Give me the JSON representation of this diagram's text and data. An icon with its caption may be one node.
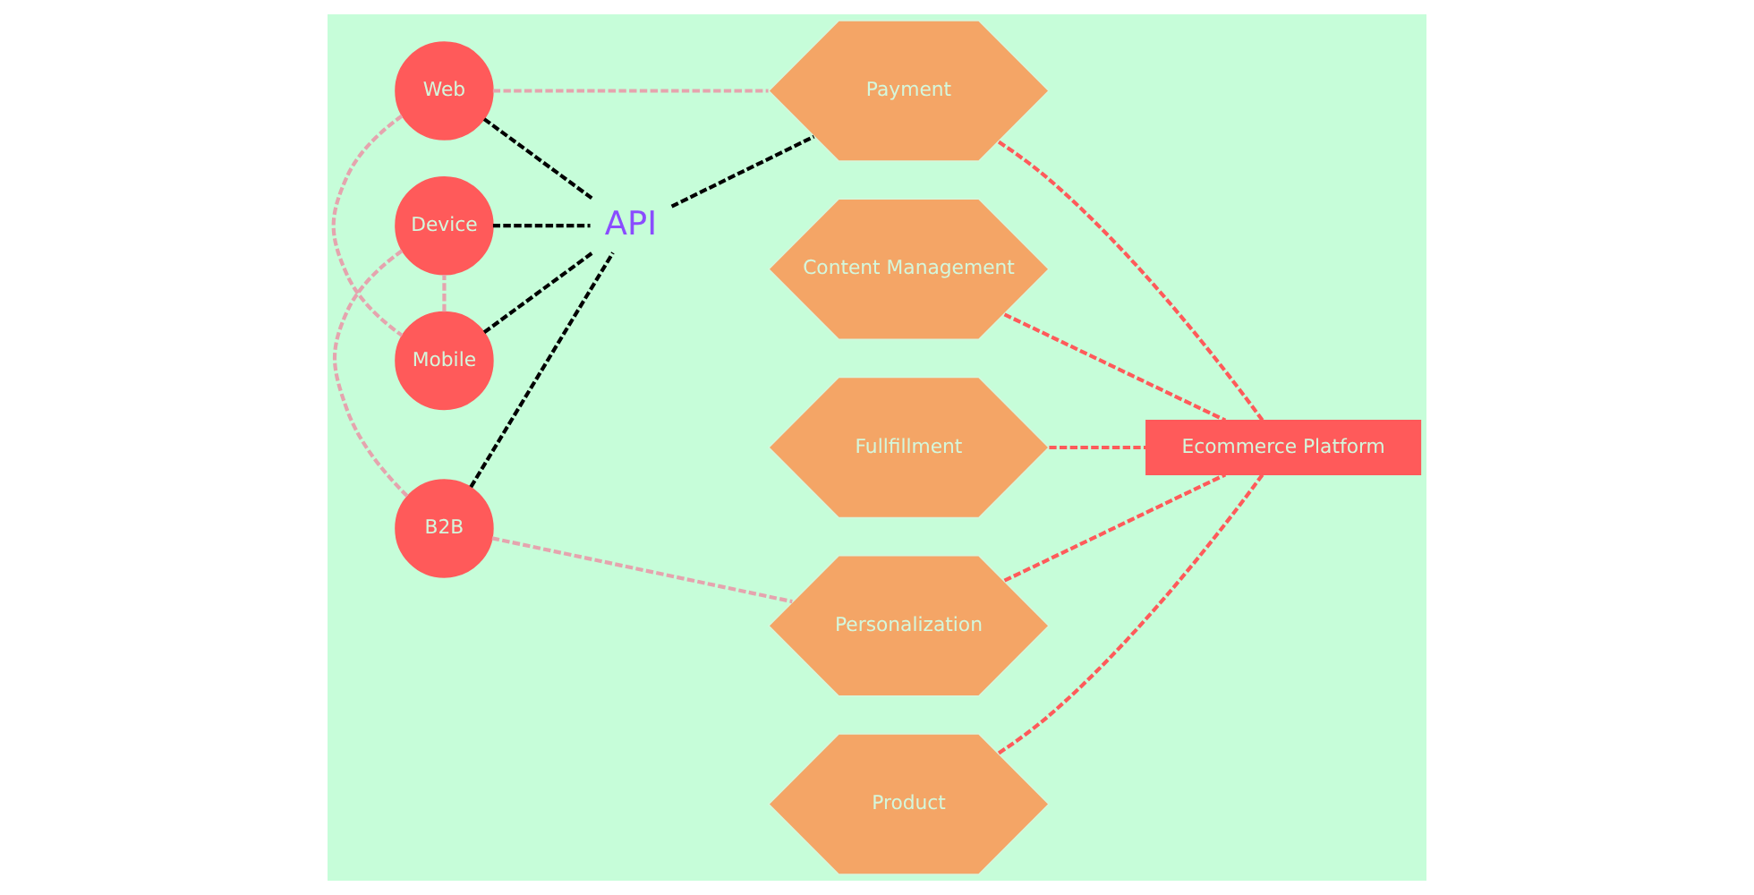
{
  "diagram": {
    "nodes": [
      {
        "text": [
          "Web"
        ]
      },
      {
        "text": [
          "Mobile"
        ]
      },
      {
        "text": [
          "Device"
        ]
      },
      {
        "text": [
          "B2B"
        ]
      },
      {
        "text": [
          "API"
        ]
      },
      {
        "text": [
          "Content Management"
        ]
      },
      {
        "text": [
          "Payment"
        ]
      },
      {
        "text": [
          "Fullfillment"
        ]
      },
      {
        "text": [
          "Personalization"
        ]
      },
      {
        "text": [
          "Product"
        ]
      },
      {
        "text": [
          "Ecommerce Platform"
        ]
      }
    ],
    "edges": [
      {
        "from": 0,
        "to": 4,
        "arrow": "none",
        "style": "dashed",
        "color": "#000000"
      },
      {
        "from": 1,
        "to": 4,
        "arrow": "none",
        "style": "dashed",
        "color": "#000000"
      },
      {
        "from": 2,
        "to": 4,
        "arrow": "none",
        "style": "dashed",
        "color": "#000000"
      },
      {
        "from": 3,
        "to": 4,
        "arrow": "none",
        "style": "dashed",
        "color": "#000000"
      },
      {
        "from": 4,
        "to": 6,
        "arrow": "none",
        "style": "dashed",
        "color": "#000000"
      },
      {
        "from": 0,
        "to": 1,
        "arrow": "none",
        "style": "dashed",
        "color": "#e5a4ae"
      },
      {
        "from": 1,
        "to": 2,
        "arrow": "none",
        "style": "dashed",
        "color": "#e5a4ae"
      },
      {
        "from": 2,
        "to": 3,
        "arrow": "none",
        "style": "dashed",
        "color": "#e5a4ae"
      },
      {
        "from": 0,
        "to": 6,
        "arrow": "none",
        "style": "dashed",
        "color": "#e5a4ae"
      },
      {
        "from": 3,
        "to": 8,
        "arrow": "none",
        "style": "dashed",
        "color": "#e5a4ae"
      },
      {
        "from": 5,
        "to": 10,
        "arrow": "none",
        "style": "dashed",
        "color": "#ff5a5a"
      },
      {
        "from": 6,
        "to": 10,
        "arrow": "none",
        "style": "dashed",
        "color": "#ff5a5a"
      },
      {
        "from": 7,
        "to": 10,
        "arrow": "none",
        "style": "dashed",
        "color": "#ff5a5a"
      },
      {
        "from": 8,
        "to": 10,
        "arrow": "none",
        "style": "dashed",
        "color": "#ff5a5a"
      },
      {
        "from": 9,
        "to": 10,
        "arrow": "none",
        "style": "dashed",
        "color": "#ff5a5a"
      }
    ]
  }
}
